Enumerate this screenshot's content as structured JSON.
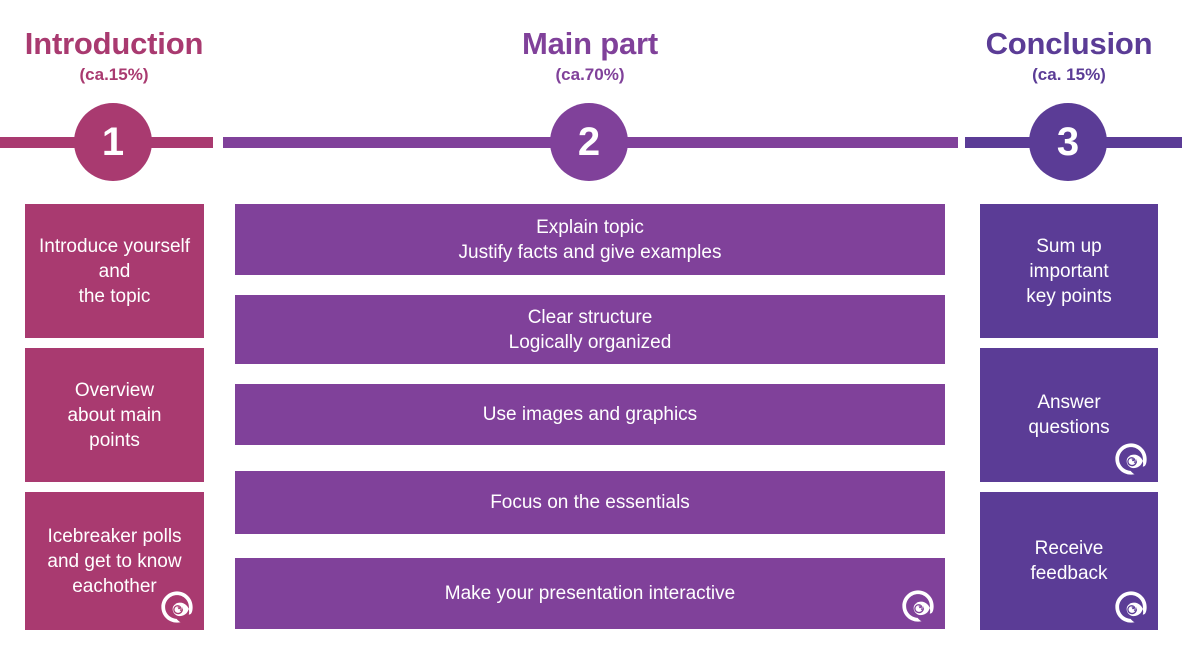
{
  "colors": {
    "pink": "#A93A70",
    "purple": "#80419A",
    "indigo": "#5B3C96",
    "background": "#FFFFFF",
    "text_on_card": "#FFFFFF"
  },
  "columns": [
    {
      "id": "introduction",
      "title": "Introduction",
      "subtitle": "(ca.15%)",
      "step_number": "1",
      "accent": "#A93A70",
      "cards": [
        {
          "text": "Introduce yourself\nand\nthe topic",
          "logo": false
        },
        {
          "text": "Overview\nabout main\npoints",
          "logo": false
        },
        {
          "text": "Icebreaker polls\nand get to know\neachother",
          "logo": true
        }
      ]
    },
    {
      "id": "main-part",
      "title": "Main part",
      "subtitle": "(ca.70%)",
      "step_number": "2",
      "accent": "#80419A",
      "cards": [
        {
          "text": "Explain topic\nJustify facts and give examples",
          "logo": false
        },
        {
          "text": "Clear structure\nLogically organized",
          "logo": false
        },
        {
          "text": "Use images and graphics",
          "logo": false
        },
        {
          "text": "Focus on the essentials",
          "logo": false
        },
        {
          "text": "Make your presentation interactive",
          "logo": true
        }
      ]
    },
    {
      "id": "conclusion",
      "title": "Conclusion",
      "subtitle": "(ca. 15%)",
      "step_number": "3",
      "accent": "#5B3C96",
      "cards": [
        {
          "text": "Sum up\nimportant\nkey points",
          "logo": false
        },
        {
          "text": "Answer\nquestions",
          "logo": true
        },
        {
          "text": "Receive\nfeedback",
          "logo": true
        }
      ]
    }
  ],
  "logo": {
    "name": "spiral-logo",
    "color": "#FFFFFF"
  }
}
